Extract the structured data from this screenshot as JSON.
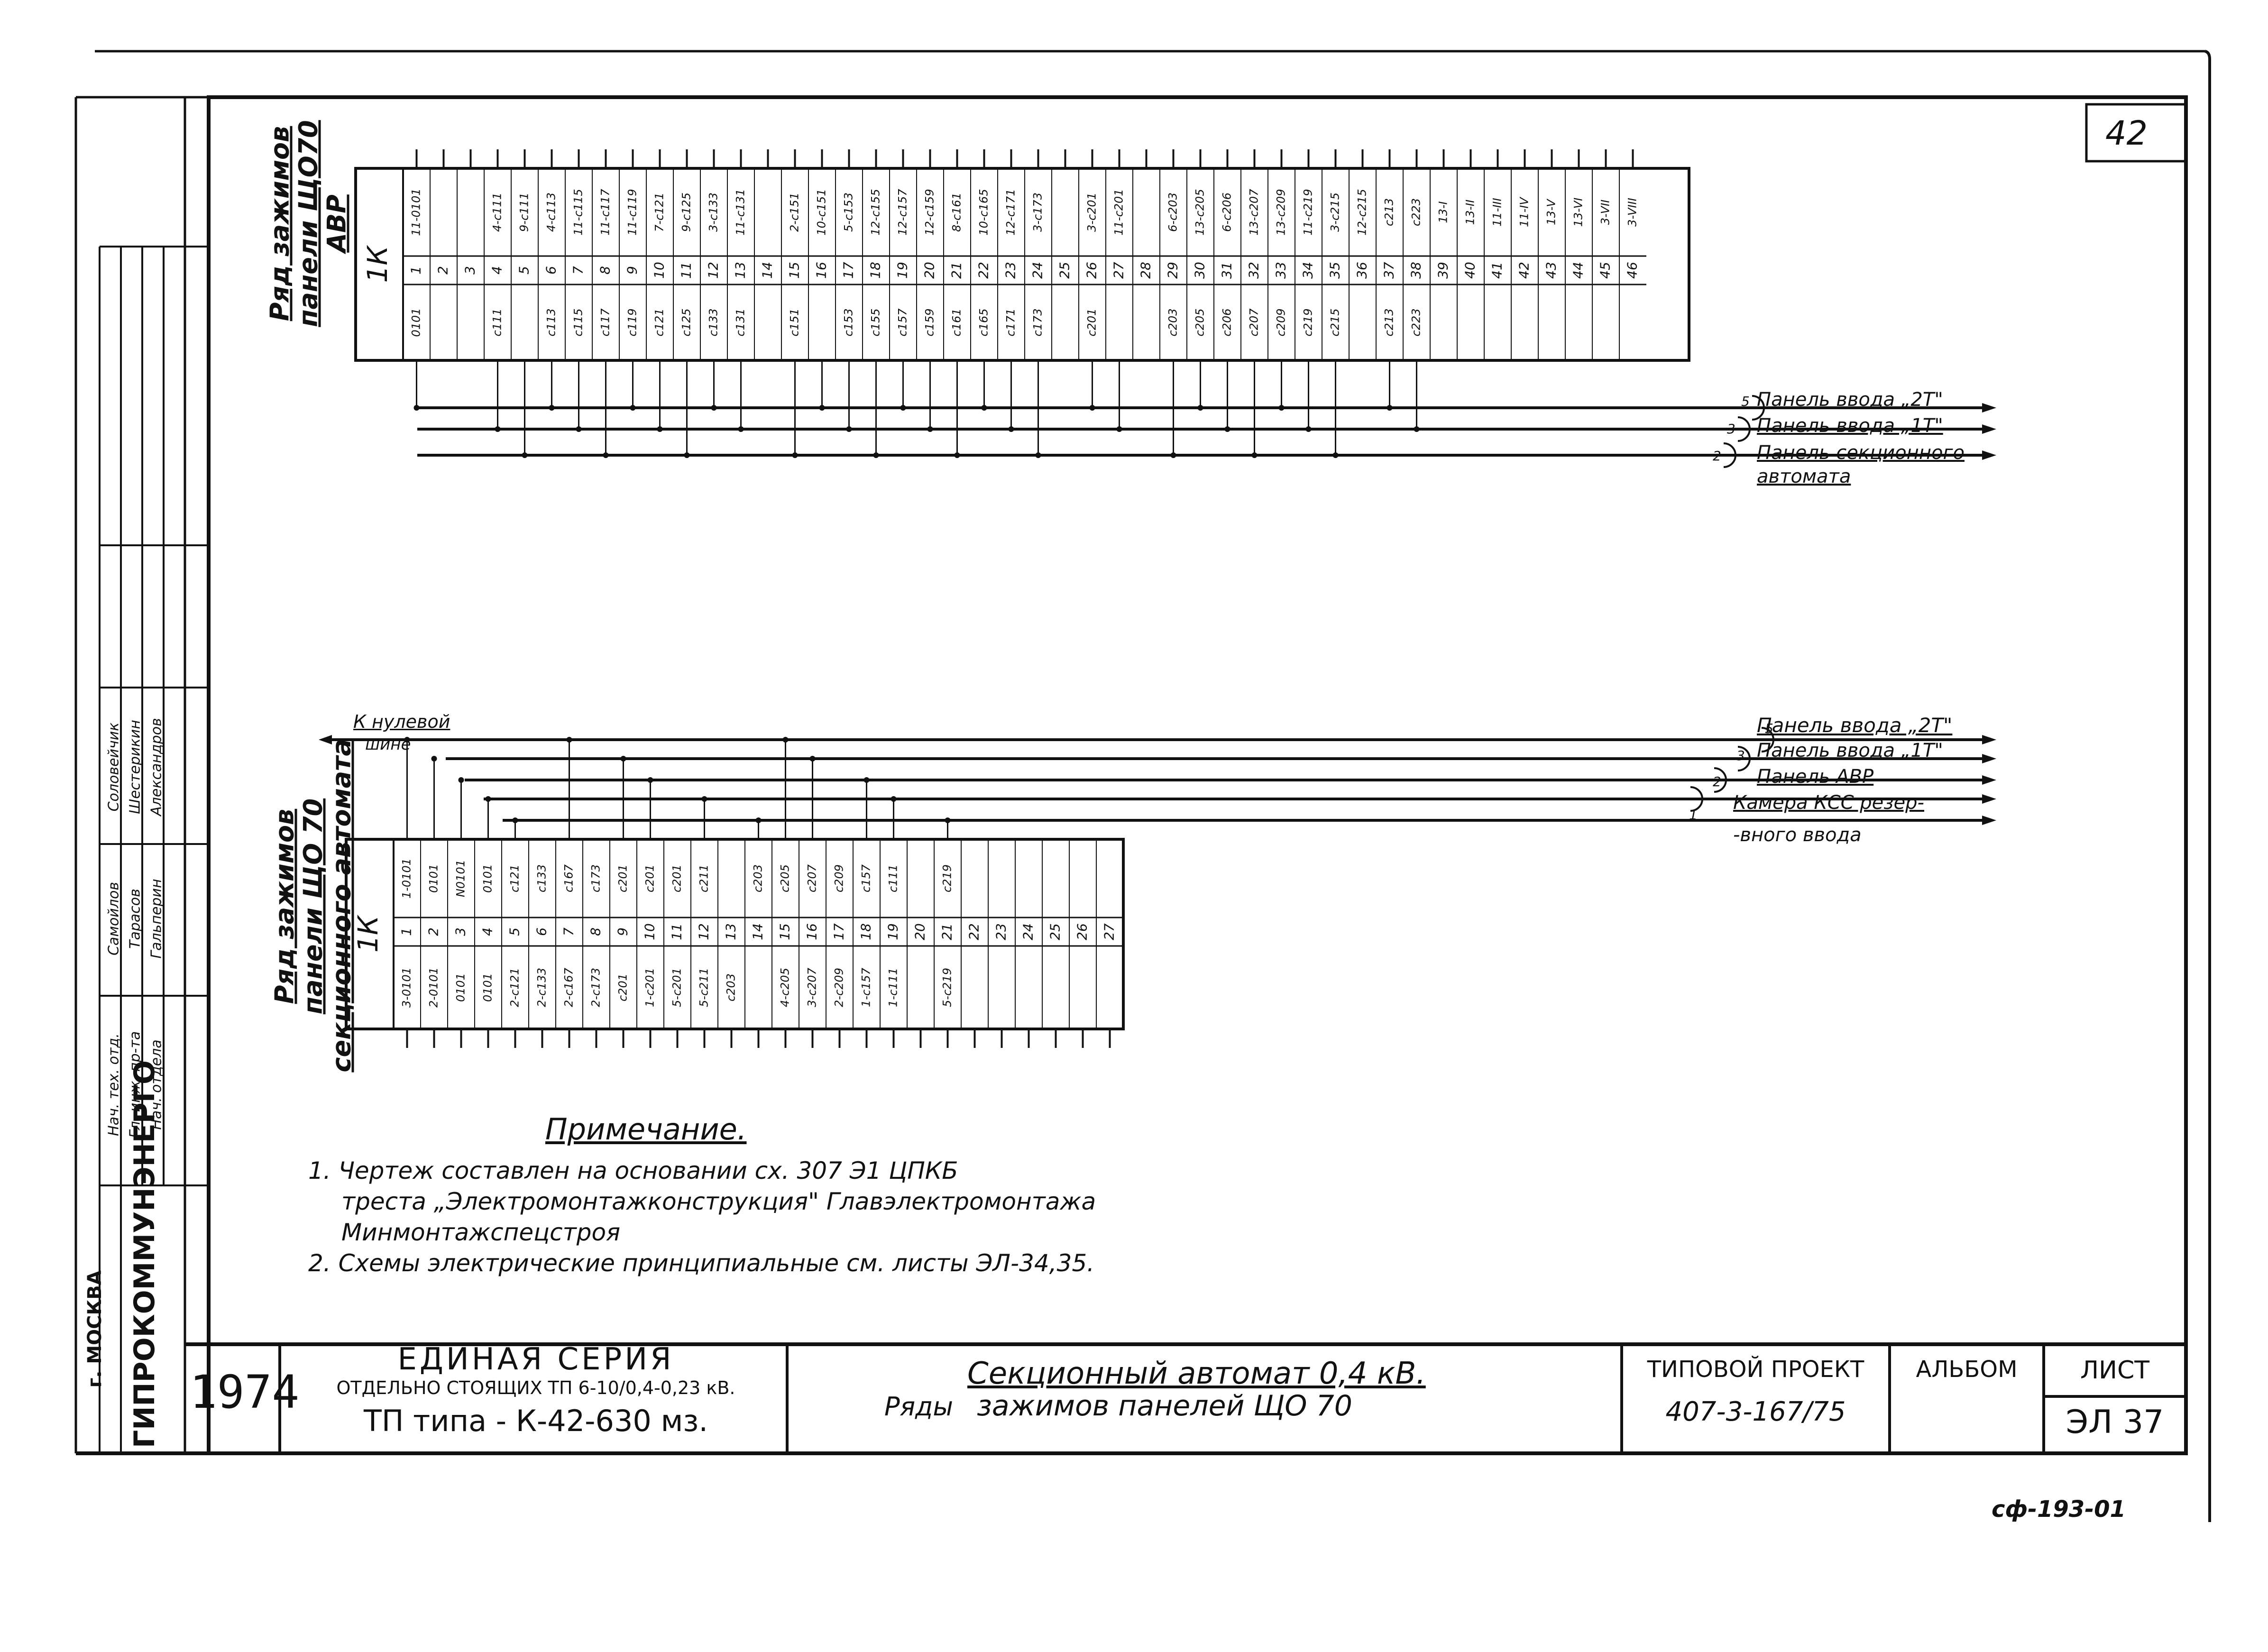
{
  "sheet_number_top": "42",
  "stamp_code": "сф-193-01",
  "org": {
    "name": "ГИПРОКОММУНЭНЕРГО",
    "city": "г. МОСКВА"
  },
  "sign_rows": [
    {
      "role": "Нач. тех. отд.",
      "name": "Соловейчик",
      "sign": "Самойлов"
    },
    {
      "role": "Гл. инж. пр-та",
      "name": "Шестерикин",
      "sign": "Тарасов"
    },
    {
      "role": "Нач. отдела",
      "name": "Александров",
      "sign": "Гальперин"
    }
  ],
  "title_block": {
    "year": "1974",
    "series_title": "ЕДИНАЯ СЕРИЯ",
    "series_sub": "ОТДЕЛЬНО СТОЯЩИХ ТП 6-10/0,4-0,23 кВ.",
    "tp_type": "ТП типа - К-42-630 мз.",
    "drawing_title_line1": "Секционный автомат 0,4 кВ.",
    "drawing_title_prefix": "Ряды",
    "drawing_title_line2": "зажимов панелей ЩО 70",
    "typical_project_label": "ТИПОВОЙ ПРОЕКТ",
    "typical_project_value": "407-3-167/75",
    "album_label": "АЛЬБОМ",
    "sheet_label": "ЛИСТ",
    "sheet_value": "ЭЛ 37"
  },
  "top_block": {
    "title_l1": "Ряд зажимов",
    "title_l2": "панели ЩО70",
    "title_l3": "АВР",
    "header": "1К",
    "left_col": [
      "0101",
      "",
      "",
      "с111",
      "",
      "с113",
      "с115",
      "с117",
      "с119",
      "с121",
      "с125",
      "с133",
      "с131",
      "",
      "с151",
      "",
      "с153",
      "с155",
      "с157",
      "с159",
      "с161",
      "с165",
      "с171",
      "с173",
      "",
      "с201",
      "",
      "",
      "с203",
      "с205",
      "с206",
      "с207",
      "с209",
      "с219",
      "с215",
      "",
      "с213",
      "с223",
      "",
      "",
      "",
      "",
      "",
      "",
      "",
      ""
    ],
    "num_col": [
      "1",
      "2",
      "3",
      "4",
      "5",
      "6",
      "7",
      "8",
      "9",
      "10",
      "11",
      "12",
      "13",
      "14",
      "15",
      "16",
      "17",
      "18",
      "19",
      "20",
      "21",
      "22",
      "23",
      "24",
      "25",
      "26",
      "27",
      "28",
      "29",
      "30",
      "31",
      "32",
      "33",
      "34",
      "35",
      "36",
      "37",
      "38",
      "39",
      "40",
      "41",
      "42",
      "43",
      "44",
      "45",
      "46"
    ],
    "right_col": [
      "11-0101",
      "",
      "",
      "4-с111",
      "9-с111",
      "4-с113",
      "11-с115",
      "11-с117",
      "11-с119",
      "7-с121",
      "9-с125",
      "3-с133",
      "11-с131",
      "",
      "2-с151",
      "10-с151",
      "5-с153",
      "12-с155",
      "12-с157",
      "12-с159",
      "8-с161",
      "10-с165",
      "12-с171",
      "3-с173",
      "",
      "3-с201",
      "11-с201",
      "",
      "6-с203",
      "13-с205",
      "6-с206",
      "13-с207",
      "13-с209",
      "11-с219",
      "3-с215",
      "12-с215",
      "с213",
      "с223",
      "13-I",
      "13-II",
      "11-III",
      "11-IV",
      "13-V",
      "13-VI",
      "3-VII",
      "3-VIII"
    ],
    "dest_labels": [
      "Панель ввода „2Т\"",
      "Панель ввода „1Т\"",
      "Панель секционного автомата"
    ],
    "dest_nums": [
      "5",
      "3",
      "2"
    ]
  },
  "bottom_block": {
    "title_l1": "Ряд зажимов",
    "title_l2": "панели ЩО 70",
    "title_l3": "секционного автомата",
    "header": "1К",
    "left_col": [
      "3-0101",
      "2-0101",
      "0101",
      "0101",
      "2-с121",
      "2-с133",
      "2-с167",
      "2-с173",
      "с201",
      "1-с201",
      "5-с201",
      "5-с211",
      "с203",
      "",
      "4-с205",
      "3-с207",
      "2-с209",
      "1-с157",
      "1-с111",
      "",
      "5-с219",
      "",
      "",
      "",
      "",
      "",
      ""
    ],
    "num_col": [
      "1",
      "2",
      "3",
      "4",
      "5",
      "6",
      "7",
      "8",
      "9",
      "10",
      "11",
      "12",
      "13",
      "14",
      "15",
      "16",
      "17",
      "18",
      "19",
      "20",
      "21",
      "22",
      "23",
      "24",
      "25",
      "26",
      "27"
    ],
    "right_col": [
      "1-0101",
      "0101",
      "N0101",
      "0101",
      "с121",
      "с133",
      "с167",
      "с173",
      "с201",
      "с201",
      "с201",
      "с211",
      "",
      "с203",
      "с205",
      "с207",
      "с209",
      "с157",
      "с111",
      "",
      "с219",
      "",
      "",
      "",
      "",
      "",
      ""
    ],
    "dest_labels": [
      "Панель ввода „2Т\"",
      "Панель ввода „1Т\"",
      "Панель АВР",
      "Камера КСС резер-",
      "-вного ввода"
    ],
    "dest_nums": [
      "5",
      "3",
      "2",
      "1"
    ],
    "k_label_l1": "К нулевой",
    "k_label_l2": "шине"
  },
  "notes": {
    "heading": "Примечание.",
    "n1_l1": "1. Чертеж составлен на основании сх. 307 Э1 ЦПКБ",
    "n1_l2": "треста „Электромонтажконструкция\" Главэлектромонтажа",
    "n1_l3": "Минмонтажспецстроя",
    "n2": "2. Схемы электрические принципиальные см. листы ЭЛ-34,35."
  }
}
